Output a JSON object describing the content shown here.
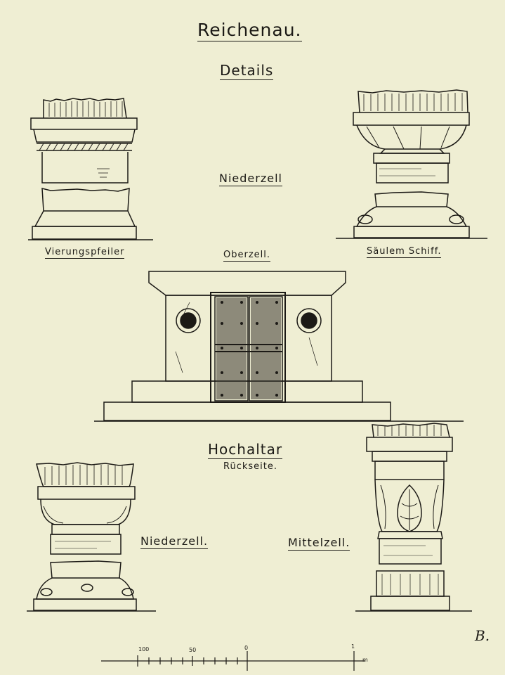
{
  "plate": {
    "title": "Reichenau.",
    "subtitle": "Details",
    "monogram": "B.",
    "colors": {
      "paper": "#efeed3",
      "ink": "#1c1a16",
      "shade": "#8d8a7a"
    }
  },
  "labels": {
    "niederzell_top": "Niederzell",
    "vierungspfeiler": "Vierungspfeiler",
    "saeulem_schiff": "Säulem Schiff.",
    "oberzell": "Oberzell.",
    "hochaltar": "Hochaltar",
    "rueckseite": "Rückseite.",
    "niederzell_bottom": "Niederzell.",
    "mittelzell": "Mittelzell."
  },
  "scale_bar": {
    "tick_100": "100",
    "tick_50": "50",
    "tick_0": "0",
    "tick_1": "1",
    "unit": "m"
  }
}
